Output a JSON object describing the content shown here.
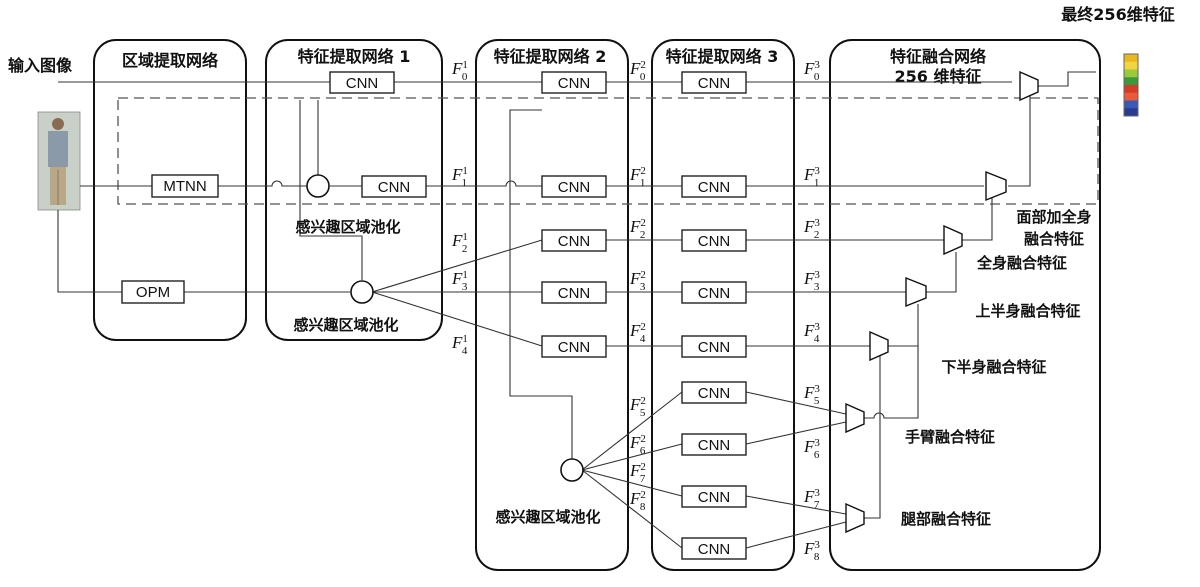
{
  "input_label": "输入图像",
  "output_label": "最终256维特征",
  "stages": {
    "region": "区域提取网络",
    "feat1": "特征提取网络 1",
    "feat2": "特征提取网络 2",
    "feat3": "特征提取网络 3",
    "fusion": "特征融合网络",
    "fusion_sub": "256 维特征"
  },
  "boxes": {
    "cnn": "CNN",
    "mtnn": "MTNN",
    "opm": "OPM"
  },
  "roi_pool": "感兴趣区域池化",
  "features": {
    "F": "F",
    "s1": [
      "0",
      "1",
      "2",
      "3",
      "4"
    ],
    "s2": [
      "0",
      "1",
      "2",
      "3",
      "4",
      "5",
      "6",
      "7",
      "8"
    ],
    "s3": [
      "0",
      "1",
      "2",
      "3",
      "4",
      "5",
      "6",
      "7",
      "8"
    ],
    "sup1": "1",
    "sup2": "2",
    "sup3": "3"
  },
  "fusion_labels": {
    "face_body": "面部加全身",
    "face_body2": "融合特征",
    "full_body": "全身融合特征",
    "upper_body": "上半身融合特征",
    "lower_body": "下半身融合特征",
    "arm": "手臂融合特征",
    "leg": "腿部融合特征"
  },
  "colors": {
    "output_bar": [
      "#e8b820",
      "#f2d440",
      "#9bc93a",
      "#3a9a3a",
      "#d83a2a",
      "#e85a3a",
      "#3a5ab8",
      "#2a3a90"
    ],
    "person_coat": "#8a9aa8",
    "person_pants": "#b8a888",
    "person_bg": "#c8d0c8"
  }
}
